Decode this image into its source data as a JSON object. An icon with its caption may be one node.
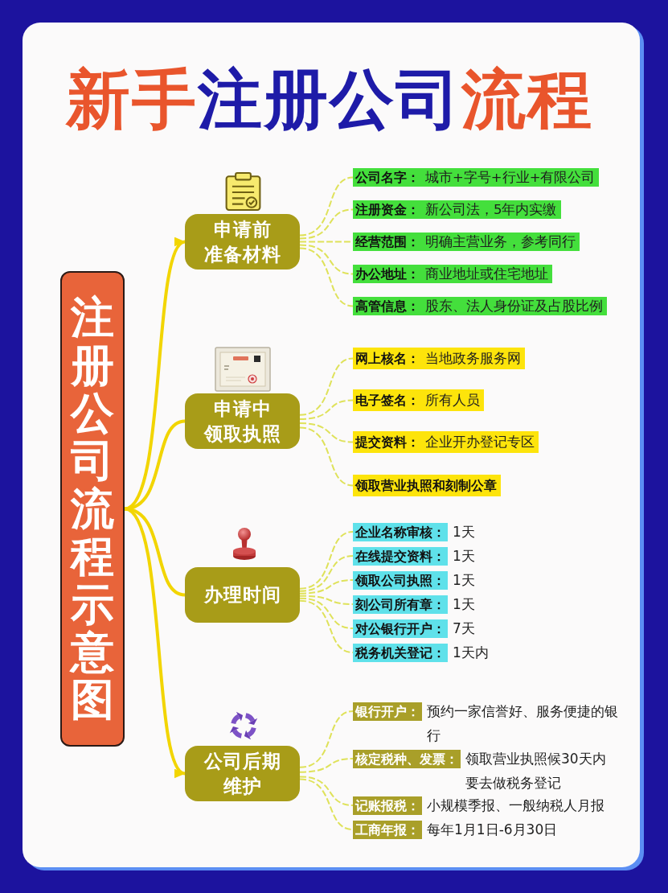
{
  "diagram": {
    "title": "新手注册公司流程",
    "nodes": [
      {
        "text": [
          "注册公司流程示意图"
        ]
      },
      {
        "text": [
          "申请前准备材料"
        ]
      },
      {
        "text": [
          "公司名字：",
          "城市+字号+行业+有限公司"
        ]
      },
      {
        "text": [
          "注册资金：",
          "新公司法，5年内实缴"
        ]
      },
      {
        "text": [
          "经营范围：",
          "明确主营业务，参考同行"
        ]
      },
      {
        "text": [
          "办公地址：",
          "商业地址或住宅地址"
        ]
      },
      {
        "text": [
          "高管信息：",
          "股东、法人身份证及占股比例"
        ]
      },
      {
        "text": [
          "申请中领取执照"
        ]
      },
      {
        "text": [
          "网上核名：",
          "当地政务服务网"
        ]
      },
      {
        "text": [
          "电子签名：",
          "所有人员"
        ]
      },
      {
        "text": [
          "提交资料：",
          "企业开办登记专区"
        ]
      },
      {
        "text": [
          "领取营业执照和刻制公章"
        ]
      },
      {
        "text": [
          "办理时间"
        ]
      },
      {
        "text": [
          "企业名称审核："
        ],
        "beside": [
          "1天"
        ]
      },
      {
        "text": [
          "在线提交资料："
        ],
        "beside": [
          "1天"
        ]
      },
      {
        "text": [
          "领取公司执照："
        ],
        "beside": [
          "1天"
        ]
      },
      {
        "text": [
          "刻公司所有章："
        ],
        "beside": [
          "1天"
        ]
      },
      {
        "text": [
          "对公银行开户："
        ],
        "beside": [
          "7天"
        ]
      },
      {
        "text": [
          "税务机关登记："
        ],
        "beside": [
          "1天内"
        ]
      },
      {
        "text": [
          "公司后期维护"
        ]
      },
      {
        "text": [
          "银行开户："
        ],
        "beside": [
          "预约一家信誉好、服务便捷的银行"
        ]
      },
      {
        "text": [
          "核定税种、发票："
        ],
        "beside": [
          "领取营业执照候30天内要去做税务登记"
        ]
      },
      {
        "text": [
          "记账报税："
        ],
        "beside": [
          "小规模季报、一般纳税人月报"
        ]
      },
      {
        "text": [
          "工商年报："
        ],
        "beside": [
          "每年1月1日-6月30日"
        ]
      }
    ],
    "edges": [
      {
        "from": 0,
        "to": 1,
        "arrow": "to",
        "style": "thick",
        "color": "#f2d500"
      },
      {
        "from": 0,
        "to": 7,
        "arrow": "none",
        "style": "thick",
        "color": "#f2d500"
      },
      {
        "from": 0,
        "to": 12,
        "arrow": "none",
        "style": "thick",
        "color": "#f2d500"
      },
      {
        "from": 0,
        "to": 19,
        "arrow": "to",
        "style": "thick",
        "color": "#f2d500"
      },
      {
        "from": 1,
        "to": 2,
        "arrow": "none",
        "style": "dashed"
      },
      {
        "from": 1,
        "to": 3,
        "arrow": "none",
        "style": "dashed"
      },
      {
        "from": 1,
        "to": 4,
        "arrow": "none",
        "style": "dashed"
      },
      {
        "from": 1,
        "to": 5,
        "arrow": "none",
        "style": "dashed"
      },
      {
        "from": 1,
        "to": 6,
        "arrow": "none",
        "style": "dashed"
      },
      {
        "from": 7,
        "to": 8,
        "arrow": "none",
        "style": "dashed"
      },
      {
        "from": 7,
        "to": 9,
        "arrow": "none",
        "style": "dashed"
      },
      {
        "from": 7,
        "to": 10,
        "arrow": "none",
        "style": "dashed"
      },
      {
        "from": 7,
        "to": 11,
        "arrow": "none",
        "style": "dashed"
      },
      {
        "from": 12,
        "to": 13,
        "arrow": "none",
        "style": "dashed"
      },
      {
        "from": 12,
        "to": 14,
        "arrow": "none",
        "style": "dashed"
      },
      {
        "from": 12,
        "to": 15,
        "arrow": "none",
        "style": "dashed"
      },
      {
        "from": 12,
        "to": 16,
        "arrow": "none",
        "style": "dashed"
      },
      {
        "from": 12,
        "to": 17,
        "arrow": "none",
        "style": "dashed"
      },
      {
        "from": 12,
        "to": 18,
        "arrow": "none",
        "style": "dashed"
      },
      {
        "from": 19,
        "to": 20,
        "arrow": "none",
        "style": "dashed"
      },
      {
        "from": 19,
        "to": 21,
        "arrow": "none",
        "style": "dashed"
      },
      {
        "from": 19,
        "to": 22,
        "arrow": "none",
        "style": "dashed"
      },
      {
        "from": 19,
        "to": 23,
        "arrow": "none",
        "style": "dashed"
      }
    ]
  }
}
